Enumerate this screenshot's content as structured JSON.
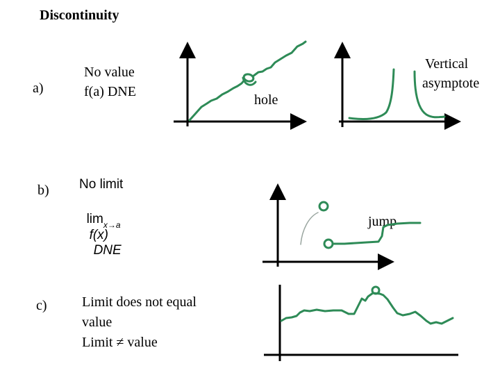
{
  "title": "Discontinuity",
  "rows": [
    {
      "label": "a)",
      "lines": [
        "No value",
        "f(a) DNE"
      ]
    },
    {
      "label": "b)",
      "lines": [
        "No limit"
      ],
      "formula": {
        "lim": "lim",
        "sub": "x→a",
        "expr": "f(x)",
        "dne": "DNE"
      }
    },
    {
      "label": "c)",
      "lines": [
        "Limit does not equal",
        "value",
        "Limit ≠ value"
      ]
    }
  ],
  "annotations": {
    "hole": "hole",
    "vertical_asymptote": [
      "Vertical",
      "asymptote"
    ],
    "jump": "jump"
  },
  "colors": {
    "curve": "#2e8b57",
    "axes": "#000000",
    "thin_curve": "#9aa6a0"
  }
}
